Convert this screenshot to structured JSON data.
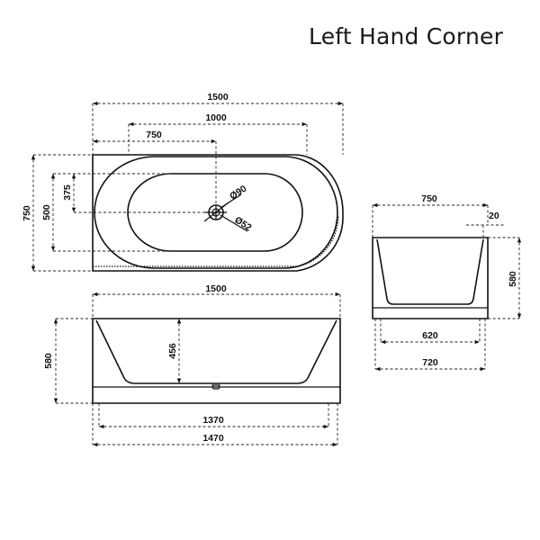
{
  "title": "Left Hand Corner",
  "top_view": {
    "dims": {
      "overall_length": "1500",
      "length_1000": "1000",
      "length_750": "750",
      "width_750": "750",
      "width_500": "500",
      "width_375": "375",
      "waste_90": "Ø90",
      "waste_52": "Ø52"
    }
  },
  "front_view": {
    "dims": {
      "top_length": "1500",
      "height": "580",
      "depth": "456",
      "base_1370": "1370",
      "base_1470": "1470"
    }
  },
  "side_view": {
    "dims": {
      "top_width": "750",
      "rim": "20",
      "height": "580",
      "base_620": "620",
      "base_720": "720"
    }
  }
}
